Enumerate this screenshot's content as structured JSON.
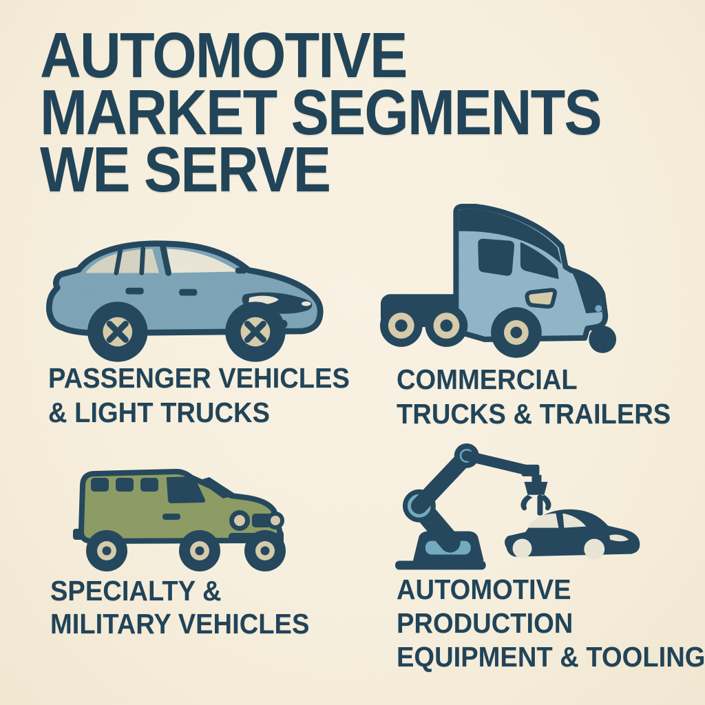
{
  "title": {
    "lines": [
      "AUTOMOTIVE",
      "MARKET SEGMENTS",
      "WE SERVE"
    ]
  },
  "segments": [
    {
      "name": "passenger-vehicles-light-trucks",
      "icon": "sedan-car-illustration",
      "label_lines": [
        "PASSENGER VEHICLES",
        "& LIGHT TRUCKS"
      ]
    },
    {
      "name": "commercial-trucks-trailers",
      "icon": "semi-truck-illustration",
      "label_lines": [
        "COMMERCIAL",
        "TRUCKS & TRAILERS"
      ]
    },
    {
      "name": "specialty-military-vehicles",
      "icon": "military-van-illustration",
      "label_lines": [
        "SPECIALTY &",
        "MILITARY VEHICLES"
      ]
    },
    {
      "name": "automotive-production-equipment-tooling",
      "icon": "robot-arm-and-car-illustration",
      "label_lines": [
        "AUTOMOTIVE",
        "PRODUCTION",
        "EQUIPMENT & TOOLING"
      ]
    }
  ],
  "colors": {
    "background": "#f8f0de",
    "ink_navy": "#1d4156",
    "outline_navy": "#21455b",
    "sedan_blue": "#7ba4b6",
    "truck_blue": "#8fb5c8",
    "military_olive": "#8b9b62",
    "glass_cream": "#d6d2c2",
    "glass_bright": "#eae6d6",
    "hub_cream": "#d6cbaa",
    "robot_accent_blue": "#72aabf"
  }
}
